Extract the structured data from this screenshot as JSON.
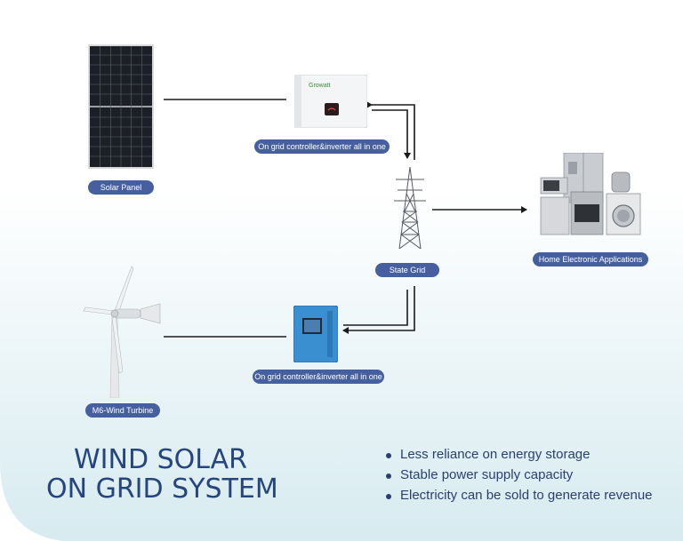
{
  "labels": {
    "solar_panel": "Solar Panel",
    "inverter_top": "On grid controller&inverter all in one",
    "state_grid": "State Grid",
    "home": "Home Electronic Applications",
    "inverter_bottom": "On grid controller&inverter all in one",
    "wind_turbine": "M6-Wind Turbine"
  },
  "inverter_brand": "Growatt",
  "title": {
    "line1": "WIND SOLAR",
    "line2": "ON GRID SYSTEM"
  },
  "benefits": [
    "Less reliance on energy storage",
    "Stable power supply capacity",
    "Electricity can be sold to generate revenue"
  ],
  "colors": {
    "label_bg": "#46609f",
    "title": "#26457d",
    "bullet_text": "#2a3f6e",
    "bg_gradient_end": "#d9ecf1",
    "line": "#1a1a1a"
  }
}
